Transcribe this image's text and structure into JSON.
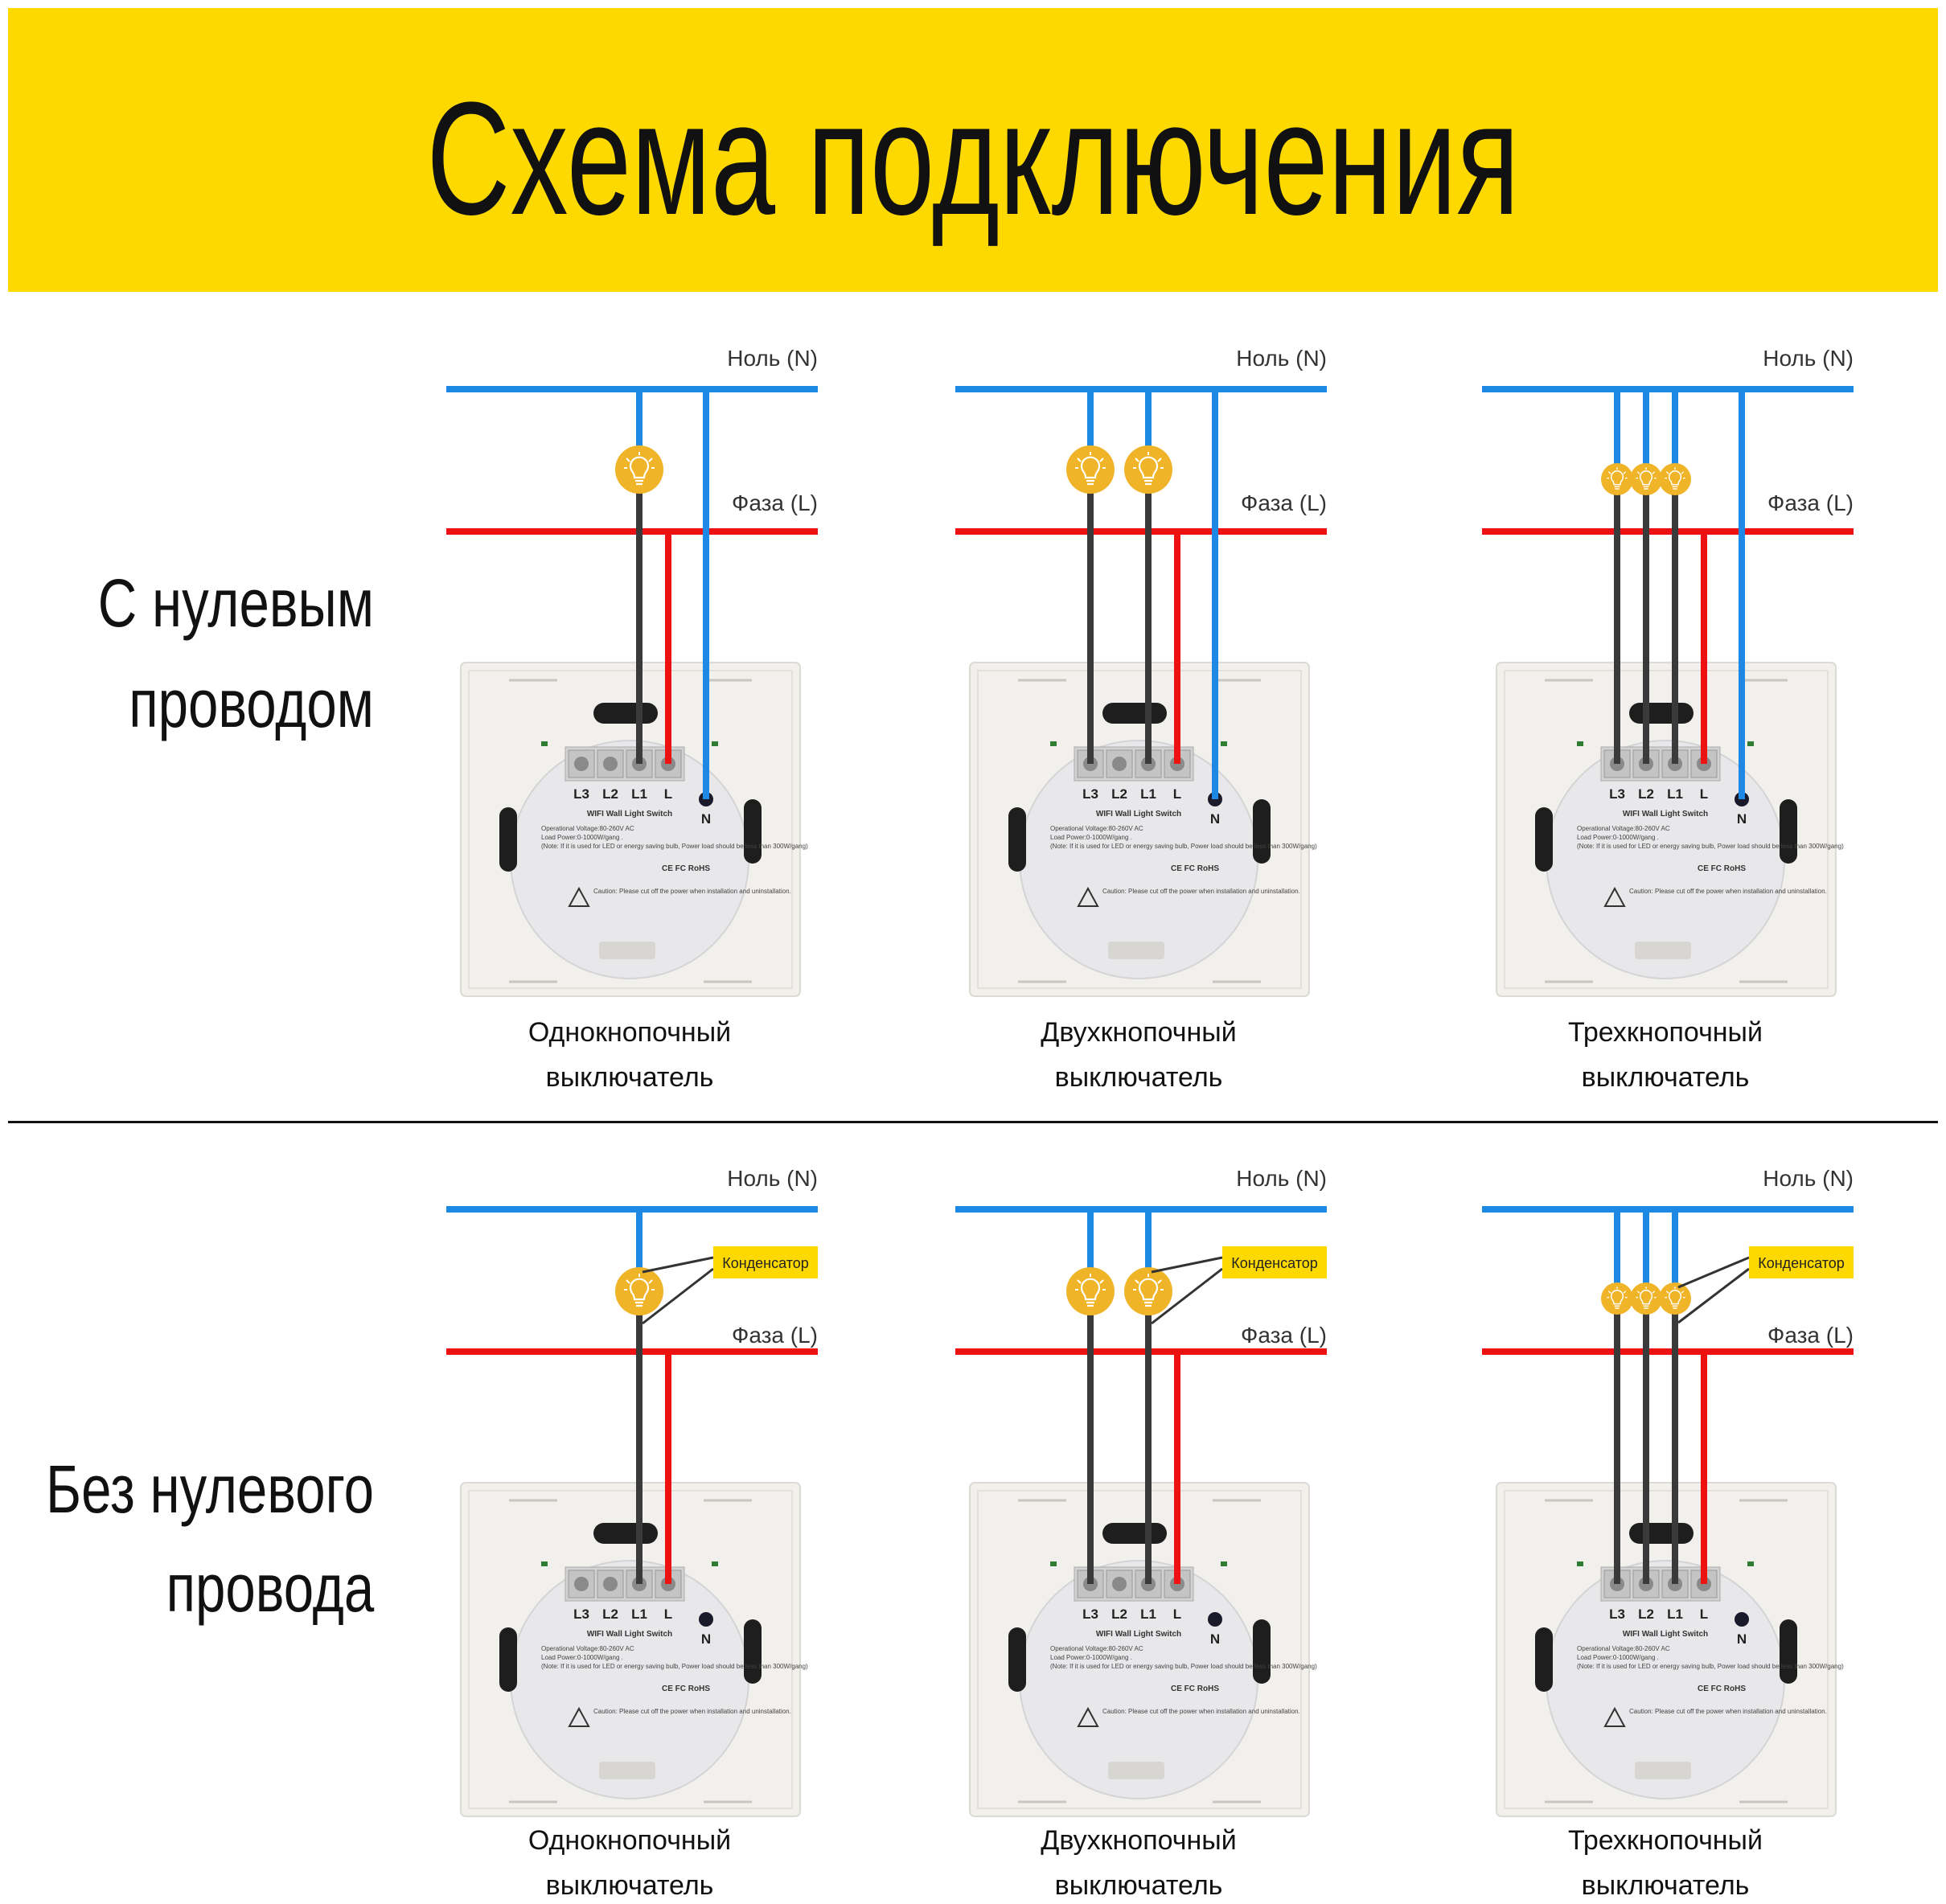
{
  "title": "Схема подключения",
  "rows": [
    {
      "label_lines": [
        "С нулевым",
        "проводом"
      ],
      "has_neutral": true,
      "panels": [
        {
          "gangs": 1,
          "caption": [
            "Однокнопочный",
            "выключатель"
          ]
        },
        {
          "gangs": 2,
          "caption": [
            "Двухкнопочный",
            "выключатель"
          ]
        },
        {
          "gangs": 3,
          "caption": [
            "Трехкнопочный",
            "выключатель"
          ]
        }
      ]
    },
    {
      "label_lines": [
        "Без нулевого",
        "провода"
      ],
      "has_neutral": false,
      "panels": [
        {
          "gangs": 1,
          "caption": [
            "Однокнопочный",
            "выключатель"
          ]
        },
        {
          "gangs": 2,
          "caption": [
            "Двухкнопочный",
            "выключатель"
          ]
        },
        {
          "gangs": 3,
          "caption": [
            "Трехкнопочный",
            "выключатель"
          ]
        }
      ]
    }
  ],
  "bus_labels": {
    "neutral": "Ноль (N)",
    "phase": "Фаза (L)"
  },
  "capacitor_label": "Конденсатор",
  "terminal_labels": [
    "L3",
    "L2",
    "L1",
    "L"
  ],
  "neutral_terminal": "N",
  "device_label": {
    "name": "WIFI Wall Light Switch",
    "voltage": "Operational Voltage:80-260V AC",
    "load": "Load Power:0-1000W/gang .",
    "note": "(Note: If it is used for LED or energy saving bulb, Power load should be less than 300W/gang)",
    "certs": "CE FC RoHS",
    "caution": "Caution: Please cut off the power when installation and uninstallation."
  },
  "colors": {
    "banner": "#fdd900",
    "neutral_wire": "#1e88e5",
    "phase_wire": "#ee1111",
    "load_wire": "#3a3a3a",
    "bulb": "#f0b429",
    "capacitor_box": "#fdd900"
  }
}
